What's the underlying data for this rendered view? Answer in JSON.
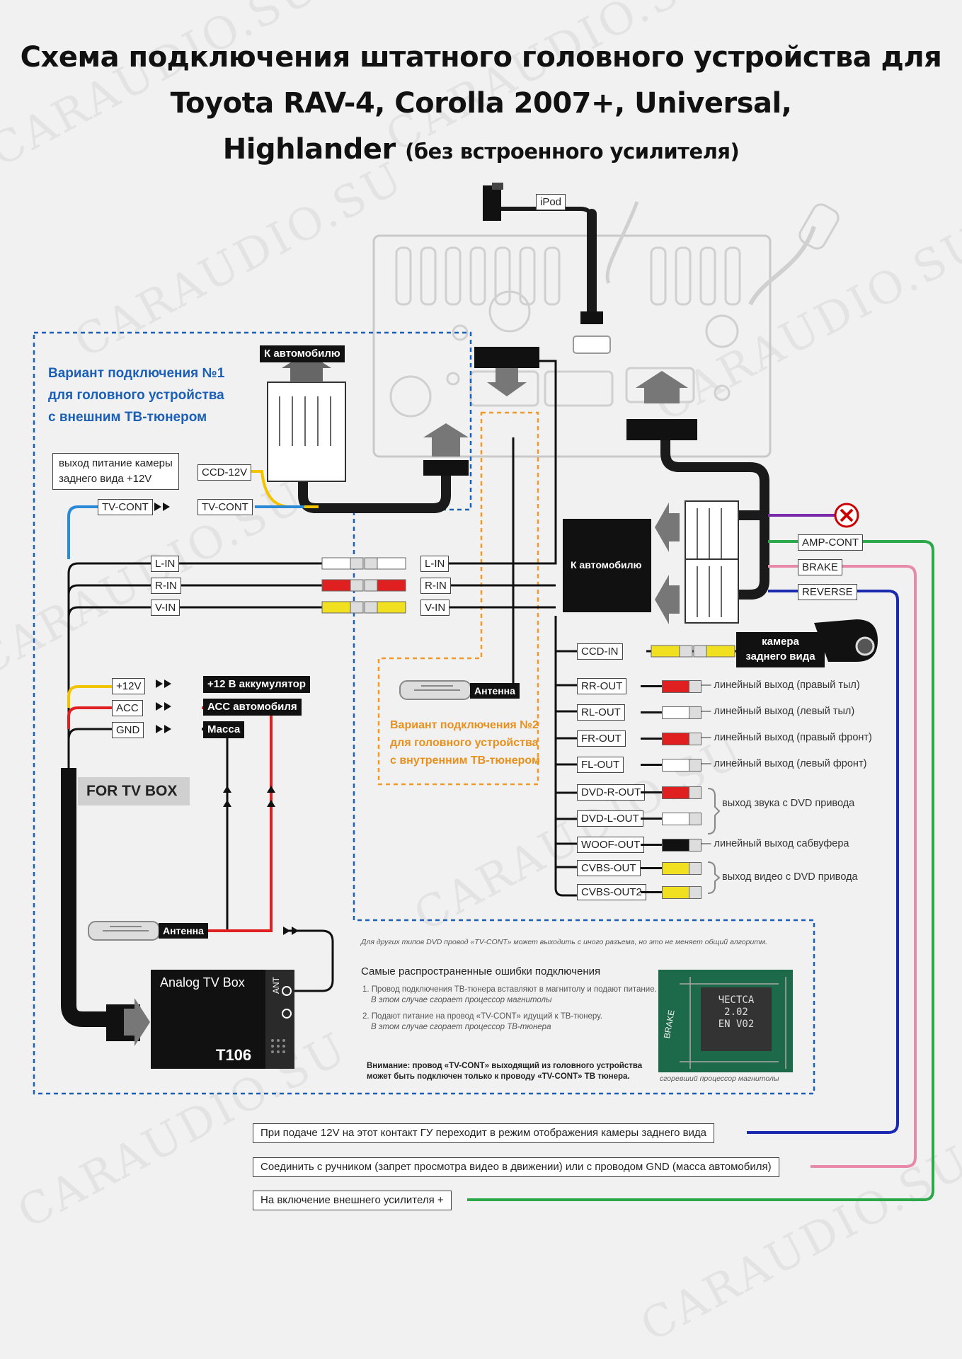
{
  "title": {
    "line1": "Схема подключения штатного головного устройства для",
    "line2": "Toyota RAV-4, Corolla 2007+, Universal,",
    "line3_main": "Highlander",
    "line3_note": "(без встроенного усилителя)"
  },
  "watermark": "CARAUDIO.SU",
  "variant1": {
    "line1": "Вариант подключения №1",
    "line2": "для головного устройства",
    "line3": "с внешним ТВ-тюнером"
  },
  "variant2": {
    "line1": "Вариант подключения №2",
    "line2": "для головного устройства",
    "line3": "с внутренним ТВ-тюнером"
  },
  "labels": {
    "ipod": "iPod",
    "to_car_top": "К автомобилю",
    "to_car_big": "К автомобилю",
    "camera_power_1": "выход питание камеры",
    "camera_power_2": "заднего вида +12V",
    "ccd12v": "CCD-12V",
    "tv_cont_left": "TV-CONT",
    "tv_cont_right": "TV-CONT",
    "l_in_a": "L-IN",
    "r_in_a": "R-IN",
    "v_in_a": "V-IN",
    "l_in_b": "L-IN",
    "r_in_b": "R-IN",
    "v_in_b": "V-IN",
    "p12v": "+12V",
    "acc": "ACC",
    "gnd": "GND",
    "p12v_target": "+12 В аккумулятор",
    "acc_target": "АСС автомобиля",
    "gnd_target": "Масса",
    "antenna_mid": "Антенна",
    "antenna_low": "Антенна",
    "for_tv_box": "FOR TV BOX",
    "tv_box_name": "Analog TV Box",
    "tv_box_model": "T106",
    "ant": "ANT",
    "amp_cont": "AMP-CONT",
    "brake": "BRAKE",
    "reverse": "REVERSE",
    "ccd_in": "CCD-IN",
    "camera_1": "камера",
    "camera_2": "заднего вида"
  },
  "outputs": [
    {
      "label": "RR-OUT",
      "desc": "— линейный выход (правый тыл)",
      "plug": "#e02020"
    },
    {
      "label": "RL-OUT",
      "desc": "— линейный выход (левый тыл)",
      "plug": "#ffffff"
    },
    {
      "label": "FR-OUT",
      "desc": "— линейный выход (правый фронт)",
      "plug": "#e02020"
    },
    {
      "label": "FL-OUT",
      "desc": "— линейный выход (левый фронт)",
      "plug": "#ffffff"
    },
    {
      "label": "DVD-R-OUT",
      "desc": "",
      "plug": "#e02020"
    },
    {
      "label": "DVD-L-OUT",
      "desc": "",
      "plug": "#ffffff"
    },
    {
      "label": "WOOF-OUT",
      "desc": "— линейный выход сабвуфера",
      "plug": "#111111"
    },
    {
      "label": "CVBS-OUT",
      "desc": "",
      "plug": "#f0e020"
    },
    {
      "label": "CVBS-OUT2",
      "desc": "",
      "plug": "#f0e020"
    }
  ],
  "group_notes": {
    "dvd_audio": "выход звука с DVD привода",
    "dvd_video": "выход видео с DVD привода"
  },
  "errors": {
    "note_top": "Для других типов DVD провод «TV-CONT» может выходить с иного разъема, но это не меняет общий алгоритм.",
    "heading": "Самые распространенные ошибки подключения",
    "e1a": "1. Провод подключения ТВ-тюнера вставляют в магнитолу и подают питание.",
    "e1b": "В этом случае сгорает процессор магнитолы",
    "e2a": "2. Подают питание на провод «TV-CONT» идущий к ТВ-тюнеру.",
    "e2b": "В этом случае сгорает процессор ТВ-тюнера",
    "warn1": "Внимание: провод «TV-CONT» выходящий из головного устройства",
    "warn2": "может быть подключен только к проводу «TV-CONT» ТВ тюнера.",
    "chip_1": "ЧЕСТСА",
    "chip_2": "2.02",
    "chip_3": "EN V02",
    "chip_brake": "BRAKE",
    "photo_caption": "сгоревший процессор магнитолы"
  },
  "bottom_notes": {
    "reverse": "При подаче 12V на этот контакт ГУ переходит в режим отображения камеры заднего вида",
    "brake": "Соединить с ручником (запрет просмотра видео в движении) или с проводом GND (масса автомобиля)",
    "amp": "На включение внешнего усилителя +"
  },
  "colors": {
    "blue_dash": "#1b5fb7",
    "orange_dash": "#f09a2a",
    "wire_yellow": "#f2c400",
    "wire_red": "#e02020",
    "wire_blue": "#2a8ad8",
    "wire_purple": "#7a2aa8",
    "wire_green": "#2aa84a",
    "wire_pink": "#e88aaa",
    "wire_navy": "#1a2ab0"
  }
}
